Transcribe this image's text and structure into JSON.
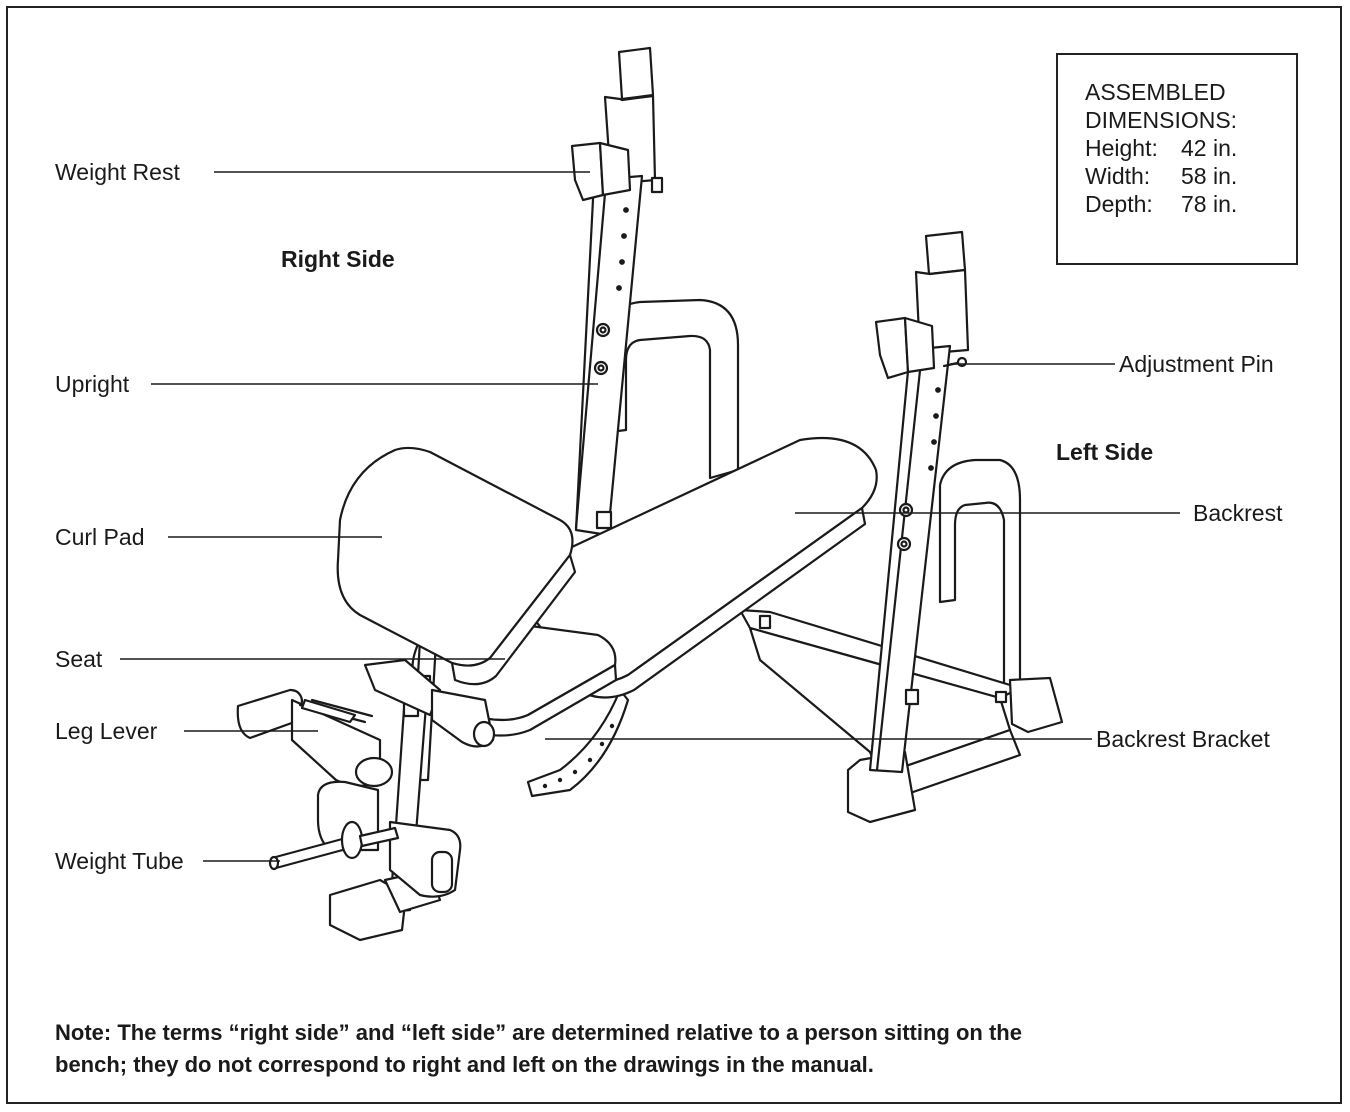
{
  "labels": {
    "weight_rest": "Weight Rest",
    "upright": "Upright",
    "curl_pad": "Curl Pad",
    "seat": "Seat",
    "leg_lever": "Leg Lever",
    "weight_tube": "Weight Tube",
    "adjustment_pin": "Adjustment Pin",
    "backrest": "Backrest",
    "backrest_bracket": "Backrest Bracket"
  },
  "sides": {
    "right": "Right Side",
    "left": "Left Side"
  },
  "dimensions": {
    "title_line1": "ASSEMBLED",
    "title_line2": "DIMENSIONS:",
    "rows": [
      {
        "key": "Height:",
        "value": "42 in."
      },
      {
        "key": "Width:",
        "value": "58 in."
      },
      {
        "key": "Depth:",
        "value": "78 in."
      }
    ]
  },
  "note": {
    "line1": "Note: The terms “right side” and “left side” are determined relative to a person sitting on the",
    "line2": "bench; they do not correspond to right and left on the drawings in the manual."
  }
}
